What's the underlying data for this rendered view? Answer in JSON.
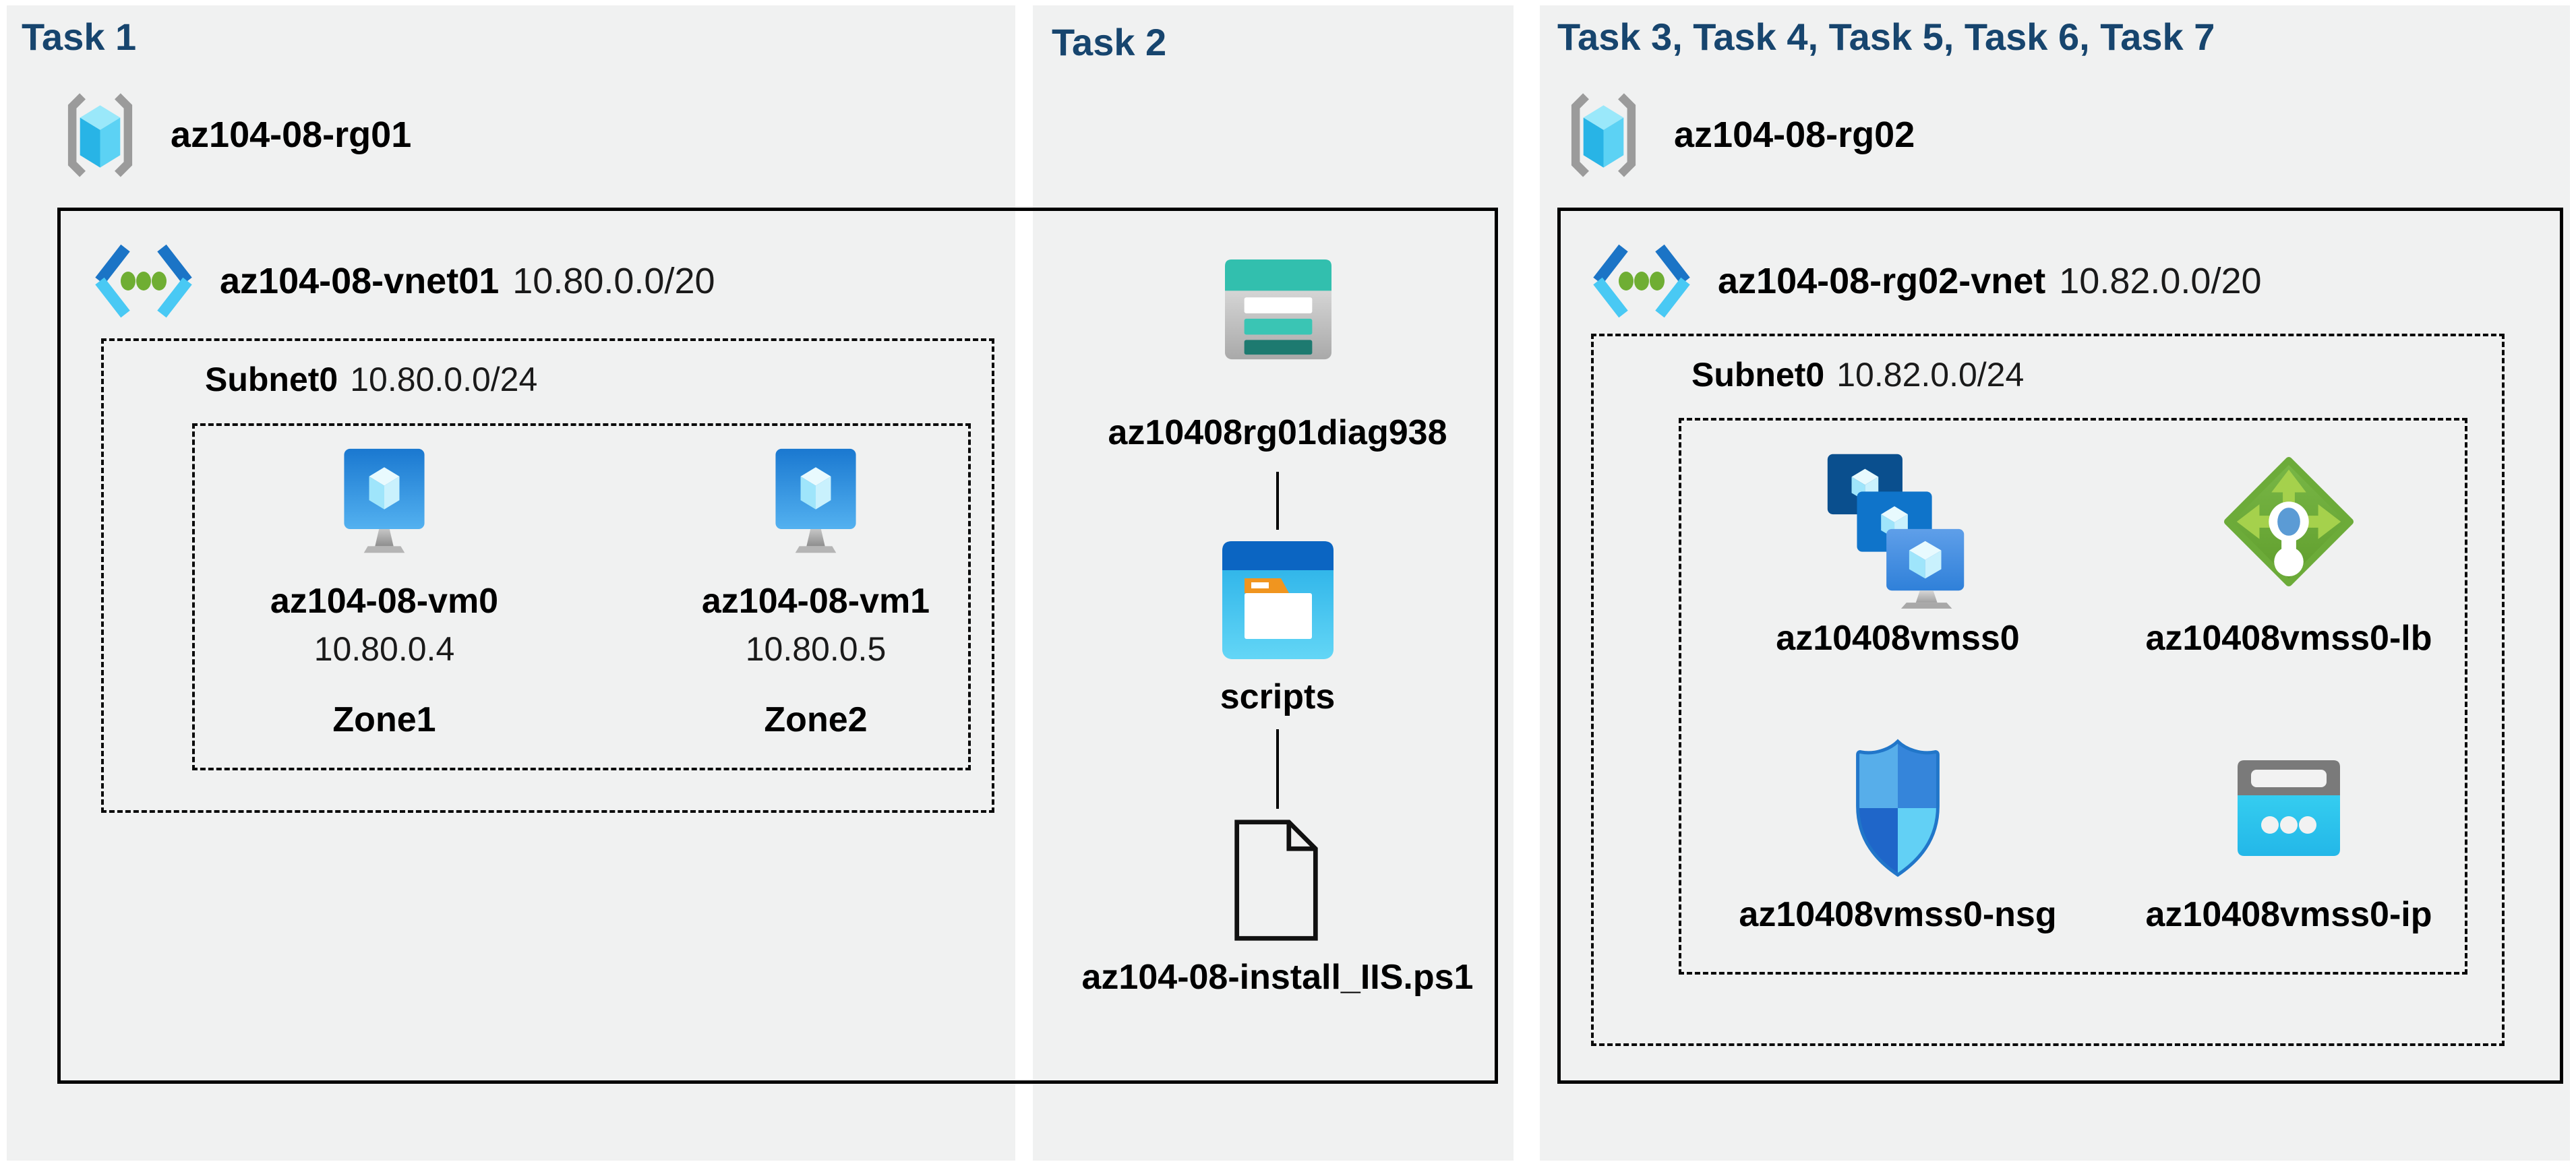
{
  "colors": {
    "task_header": "#17456e",
    "panel_background": "#f0f1f1",
    "outline_black": "#000000",
    "vnet_blue": "#1b74c6",
    "vnet_cyan": "#49c9f4",
    "vnet_dot_green": "#6fae33",
    "vm_screen_blue": "#1a78d0",
    "lb_green": "#6cab39",
    "nsg_blue": "#2f7ed6",
    "ip_cyan": "#2bc3ec",
    "storage_teal": "#32bfae",
    "scripts_header_blue": "#0b65c2",
    "folder_orange": "#f0951f",
    "bracket_gray": "#9b9b9b"
  },
  "icons": {
    "resource_group": "resource-group-icon",
    "virtual_network": "virtual-network-icon",
    "virtual_machine": "virtual-machine-icon",
    "vm_scale_set": "vmss-icon",
    "load_balancer": "load-balancer-icon",
    "network_security_group": "nsg-shield-icon",
    "public_ip": "public-ip-icon",
    "storage_account": "storage-account-icon",
    "blob_container": "folder-container-icon",
    "script_file": "ps1-file-icon"
  },
  "panels": [
    {
      "header": "Task 1",
      "resource_group": "az104-08-rg01",
      "vnet_name": "az104-08-vnet01",
      "vnet_cidr": "10.80.0.0/20",
      "subnet_name": "Subnet0",
      "subnet_cidr": "10.80.0.0/24",
      "vms": [
        {
          "name": "az104-08-vm0",
          "ip": "10.80.0.4",
          "zone": "Zone1"
        },
        {
          "name": "az104-08-vm1",
          "ip": "10.80.0.5",
          "zone": "Zone2"
        }
      ]
    },
    {
      "header": "Task 2",
      "storage_account": "az10408rg01diag938",
      "container": "scripts",
      "script_file": "az104-08-install_IIS.ps1"
    },
    {
      "header": "Task 3, Task 4, Task 5, Task 6, Task 7",
      "resource_group": "az104-08-rg02",
      "vnet_name": "az104-08-rg02-vnet",
      "vnet_cidr": "10.82.0.0/20",
      "subnet_name": "Subnet0",
      "subnet_cidr": "10.82.0.0/24",
      "resources": [
        {
          "name": "az10408vmss0",
          "type": "virtual-machine-scale-set"
        },
        {
          "name": "az10408vmss0-lb",
          "type": "load-balancer"
        },
        {
          "name": "az10408vmss0-nsg",
          "type": "network-security-group"
        },
        {
          "name": "az10408vmss0-ip",
          "type": "public-ip-address"
        }
      ]
    }
  ]
}
